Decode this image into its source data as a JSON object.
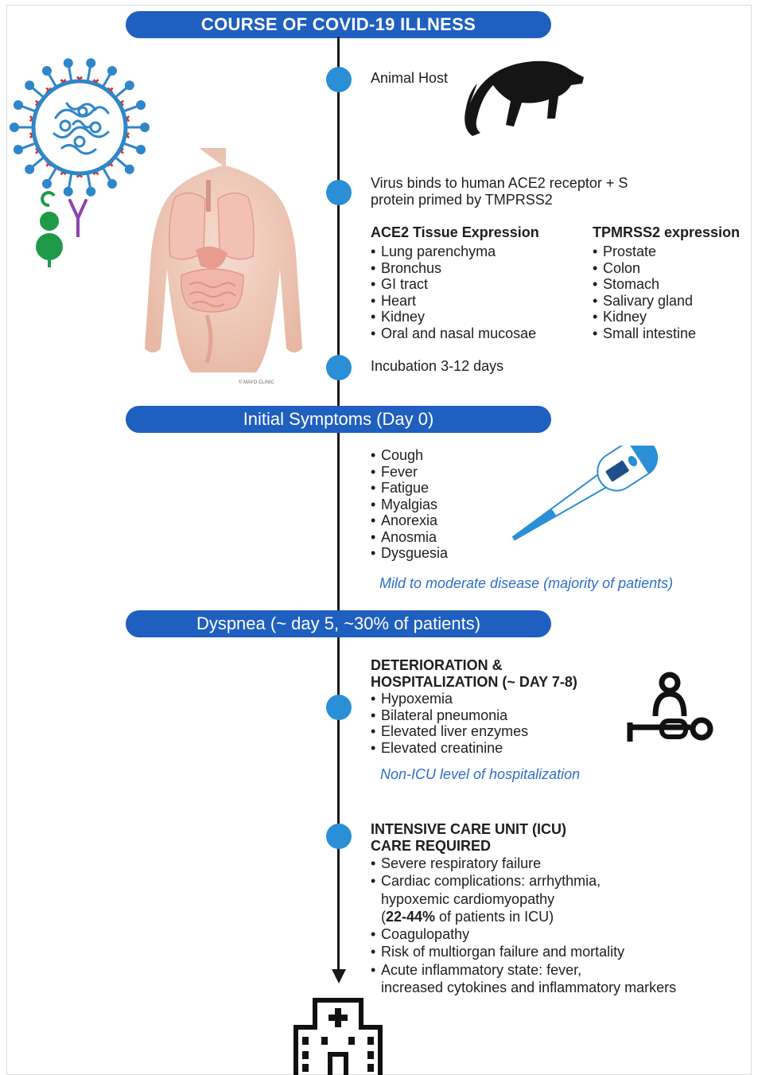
{
  "title": "COURSE OF COVID-19 ILLNESS",
  "stage1": {
    "animal_host": "Animal Host",
    "binding": "Virus binds to human ACE2 receptor + S\nprotein primed by TMPRSS2",
    "ace2_heading": "ACE2 Tissue Expression",
    "ace2_items": [
      "Lung parenchyma",
      "Bronchus",
      "GI tract",
      "Heart",
      "Kidney",
      "Oral and nasal mucosae"
    ],
    "tmprss2_heading": "TPMRSS2 expression",
    "tmprss2_items": [
      "Prostate",
      "Colon",
      "Stomach",
      "Salivary gland",
      "Kidney",
      "Small intestine"
    ],
    "incubation": "Incubation 3-12 days",
    "image_credit": "© MAYO CLINIC"
  },
  "initial": {
    "banner": "Initial Symptoms (Day 0)",
    "symptoms": [
      "Cough",
      "Fever",
      "Fatigue",
      "Myalgias",
      "Anorexia",
      "Anosmia",
      "Dysguesia"
    ],
    "note": "Mild to moderate disease (majority of patients)"
  },
  "dyspnea": {
    "banner": "Dyspnea (~ day 5, ~30% of patients)"
  },
  "hospital": {
    "heading": "DETERIORATION &\nHOSPITALIZATION (~ DAY 7-8)",
    "items": [
      "Hypoxemia",
      "Bilateral pneumonia",
      "Elevated liver enzymes",
      "Elevated creatinine"
    ],
    "note": "Non-ICU level of hospitalization"
  },
  "icu": {
    "heading": "INTENSIVE CARE UNIT (ICU)\nCARE REQUIRED",
    "item1": "Severe respiratory failure",
    "item2": "Cardiac complications: arrhythmia,\nhypoxemic cardiomyopathy",
    "item2_open": "(",
    "item2_pct": "22-44%",
    "item2_tail": " of patients in ICU)",
    "item3": "Coagulopathy",
    "item4": "Risk of multiorgan failure and mortality",
    "item5": "Acute inflammatory state: fever,\nincreased cytokines and inflammatory markers"
  },
  "icons": [
    "virus-icon",
    "receptor-icon",
    "pangolin-icon",
    "human-torso-icon",
    "thermometer-icon",
    "patient-bed-icon",
    "hospital-icon"
  ],
  "colors": {
    "banner": "#1f5fbf",
    "dot": "#2a8fd6",
    "note": "#2f6fc9",
    "virus": "#2f86c9",
    "spike_marker": "#d33030",
    "receptor_green": "#1e9a48",
    "receptor_purple": "#8e44ad"
  }
}
